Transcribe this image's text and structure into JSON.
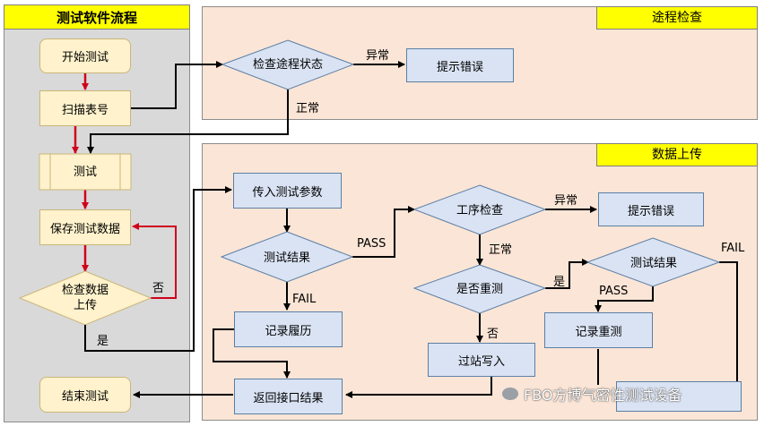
{
  "left_panel": {
    "title": "测试软件流程",
    "start": "开始测试",
    "scan": "扫描表号",
    "test": "测试",
    "save": "保存测试数据",
    "check_upload_line1": "检查数据",
    "check_upload_line2": "上传",
    "end": "结束测试",
    "label_no": "否",
    "label_yes": "是"
  },
  "route_panel": {
    "tag": "途程检查",
    "check_route": "检查途程状态",
    "label_abnormal": "异常",
    "show_error": "提示错误",
    "label_normal": "正常"
  },
  "upload_panel": {
    "tag": "数据上传",
    "send_params": "传入测试参数",
    "test_result": "测试结果",
    "label_pass": "PASS",
    "label_fail": "FAIL",
    "record_history": "记录履历",
    "return_result": "返回接口结果",
    "process_check": "工序检查",
    "label_abnormal": "异常",
    "show_error": "提示错误",
    "label_normal": "正常",
    "is_retest": "是否重测",
    "label_yes": "是",
    "label_no": "否",
    "retest_result": "测试结果",
    "label_pass2": "PASS",
    "label_fail2": "FAIL",
    "record_retest": "记录重测",
    "station_write": "过站写入"
  },
  "watermark": "FBO方博气密性测试设备",
  "colors": {
    "flow_red": "#d0021b",
    "flow_black": "#000000",
    "panel_left_bg": "#d9d9d9",
    "panel_right_bg": "#fbe5d6",
    "tag_yellow": "#ffff00",
    "node_yellow": "#fff2cc",
    "node_blue": "#dae3f3"
  }
}
